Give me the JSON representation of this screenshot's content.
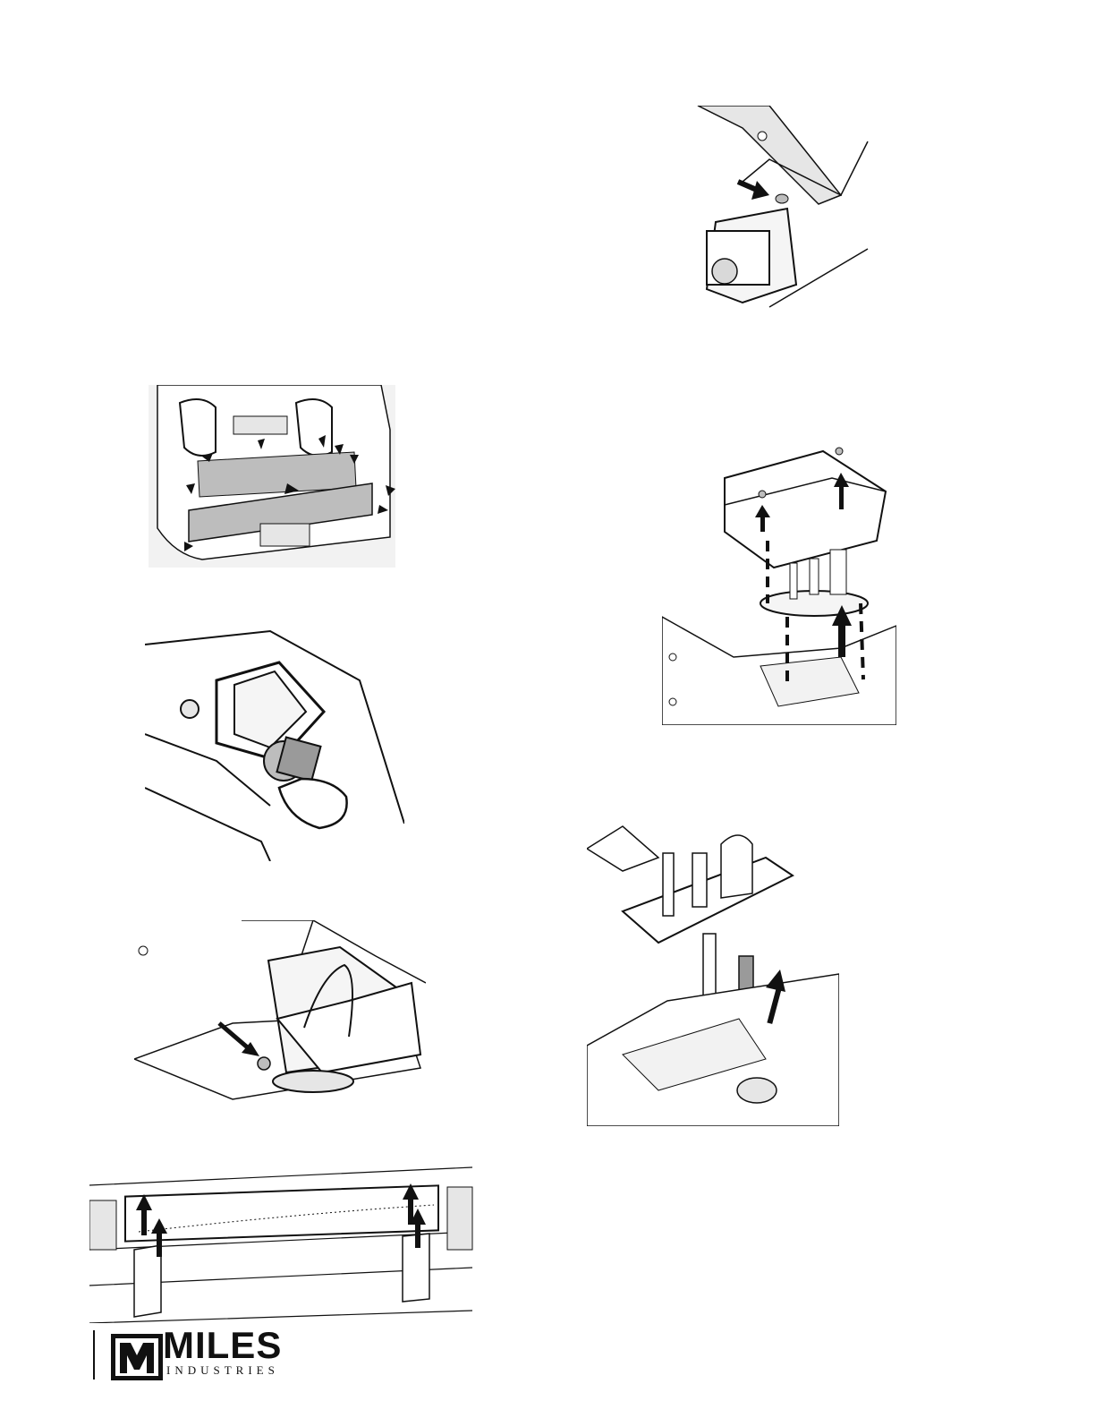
{
  "brand": {
    "name": "MILES",
    "tagline": "INDUSTRIES"
  },
  "figures": [
    {
      "name": "fig-control-panel-front",
      "kind": "illustration"
    },
    {
      "name": "fig-pilot-assembly-inlet",
      "kind": "illustration"
    },
    {
      "name": "fig-pilot-bracket-screw",
      "kind": "illustration"
    },
    {
      "name": "fig-burner-removal",
      "kind": "illustration"
    },
    {
      "name": "fig-burner-tube-screw",
      "kind": "illustration"
    },
    {
      "name": "fig-pilot-hood-removal",
      "kind": "illustration"
    },
    {
      "name": "fig-pilot-orifice-removal",
      "kind": "illustration"
    }
  ],
  "colors": {
    "ink": "#111111",
    "panel_gray": "#bdbdbd",
    "light_gray": "#e6e6e6"
  }
}
